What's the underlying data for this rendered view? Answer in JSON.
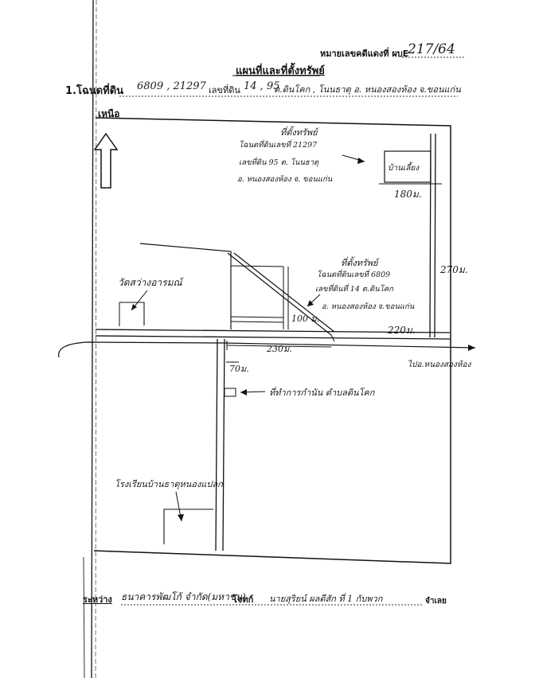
{
  "header": {
    "case_label": "หมายเลขคดีแดงที่ ผบE",
    "case_value": "217/64",
    "title": "แผนที่และที่ตั้งทรัพย์"
  },
  "deed": {
    "label": "1.โฉนดที่ดิน",
    "numbers": "6809 , 21297",
    "land_no_label": "เลขที่ดิน",
    "land_no": "14 , 95",
    "location": "ต.ดินโคก , โนนธาตุ อ. หนองสองห้อง จ.ขอนแก่น"
  },
  "map": {
    "north": "เหนือ",
    "prop_top_label": "ที่ตั้งทรัพย์",
    "prop_top_lines": [
      "โฉนดที่ดินเลขที่ 21297",
      "เลขที่ดิน 95 ต. โนนธาตุ",
      "อ. หนองสองห้อง จ. ขอนแก่น"
    ],
    "house_label": "บ้านเลี้ยง",
    "dist_180": "180ม.",
    "dist_270": "270ม.",
    "prop_mid_label": "ที่ตั้งทรัพย์",
    "prop_mid_lines": [
      "โฉนดที่ดินเลขที่ 6809",
      "เลขที่ดินที่ 14 ต.ดินโคก",
      "อ. หนองสองห้อง จ.ขอนแก่น"
    ],
    "dist_100": "100 ม.",
    "dist_220": "220ม.",
    "temple": "วัดสว่างอารมณ์",
    "dist_230": "230ม.",
    "dist_70": "70ม.",
    "to_road": "ไปอ.หนองสองห้อง",
    "office": "ที่ทำการกำนัน ตำบลดินโคก",
    "school": "โรงเรียนบ้านธาตุหนองแปลก"
  },
  "footer": {
    "label": "ระหว่าง",
    "plaintiff": "ธนาคารพัฒโก้ จำกัด(มหาชน)",
    "plaintiff_role": "โจทก์",
    "defendant": "นายสุริยน์ ผลดีสัก ที่ 1 กับพวก",
    "defendant_role": "จำเลย"
  }
}
